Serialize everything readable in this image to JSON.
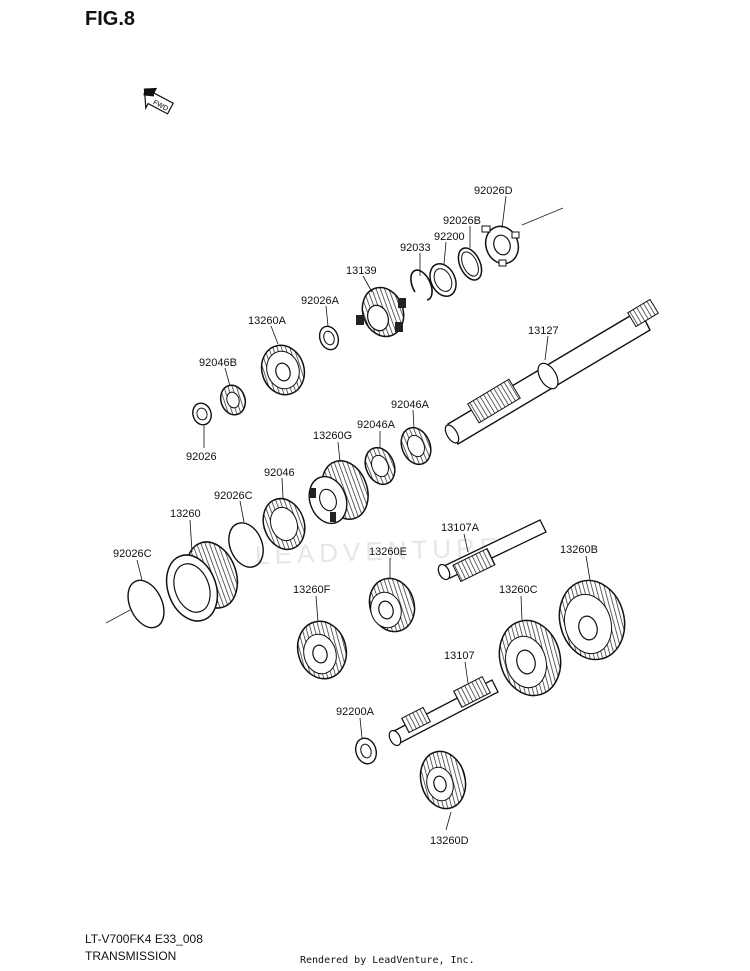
{
  "figure": {
    "title": "FIG.8"
  },
  "direction_marker": {
    "text": "FWD",
    "icon": "fwd-arrow-icon"
  },
  "watermark": "LEADVENTURE",
  "footer": {
    "model_code": "LT-V700FK4 E33_008",
    "section_name": "TRANSMISSION",
    "credit": "Rendered by LeadVenture, Inc."
  },
  "parts": [
    {
      "id": "p-92026d",
      "label": "92026D"
    },
    {
      "id": "p-92026b",
      "label": "92026B"
    },
    {
      "id": "p-92200",
      "label": "92200"
    },
    {
      "id": "p-92033",
      "label": "92033"
    },
    {
      "id": "p-13139",
      "label": "13139"
    },
    {
      "id": "p-92026a",
      "label": "92026A"
    },
    {
      "id": "p-13260a",
      "label": "13260A"
    },
    {
      "id": "p-13127",
      "label": "13127"
    },
    {
      "id": "p-92046b",
      "label": "92046B"
    },
    {
      "id": "p-92026",
      "label": "92026"
    },
    {
      "id": "p-92046a-1",
      "label": "92046A"
    },
    {
      "id": "p-92046a-2",
      "label": "92046A"
    },
    {
      "id": "p-13260g",
      "label": "13260G"
    },
    {
      "id": "p-92046",
      "label": "92046"
    },
    {
      "id": "p-92026c-1",
      "label": "92026C"
    },
    {
      "id": "p-13260",
      "label": "13260"
    },
    {
      "id": "p-13107a",
      "label": "13107A"
    },
    {
      "id": "p-13260e",
      "label": "13260E"
    },
    {
      "id": "p-13260b",
      "label": "13260B"
    },
    {
      "id": "p-92026c-2",
      "label": "92026C"
    },
    {
      "id": "p-13260f",
      "label": "13260F"
    },
    {
      "id": "p-13260c",
      "label": "13260C"
    },
    {
      "id": "p-13107",
      "label": "13107"
    },
    {
      "id": "p-92200a",
      "label": "92200A"
    },
    {
      "id": "p-13260d",
      "label": "13260D"
    }
  ]
}
